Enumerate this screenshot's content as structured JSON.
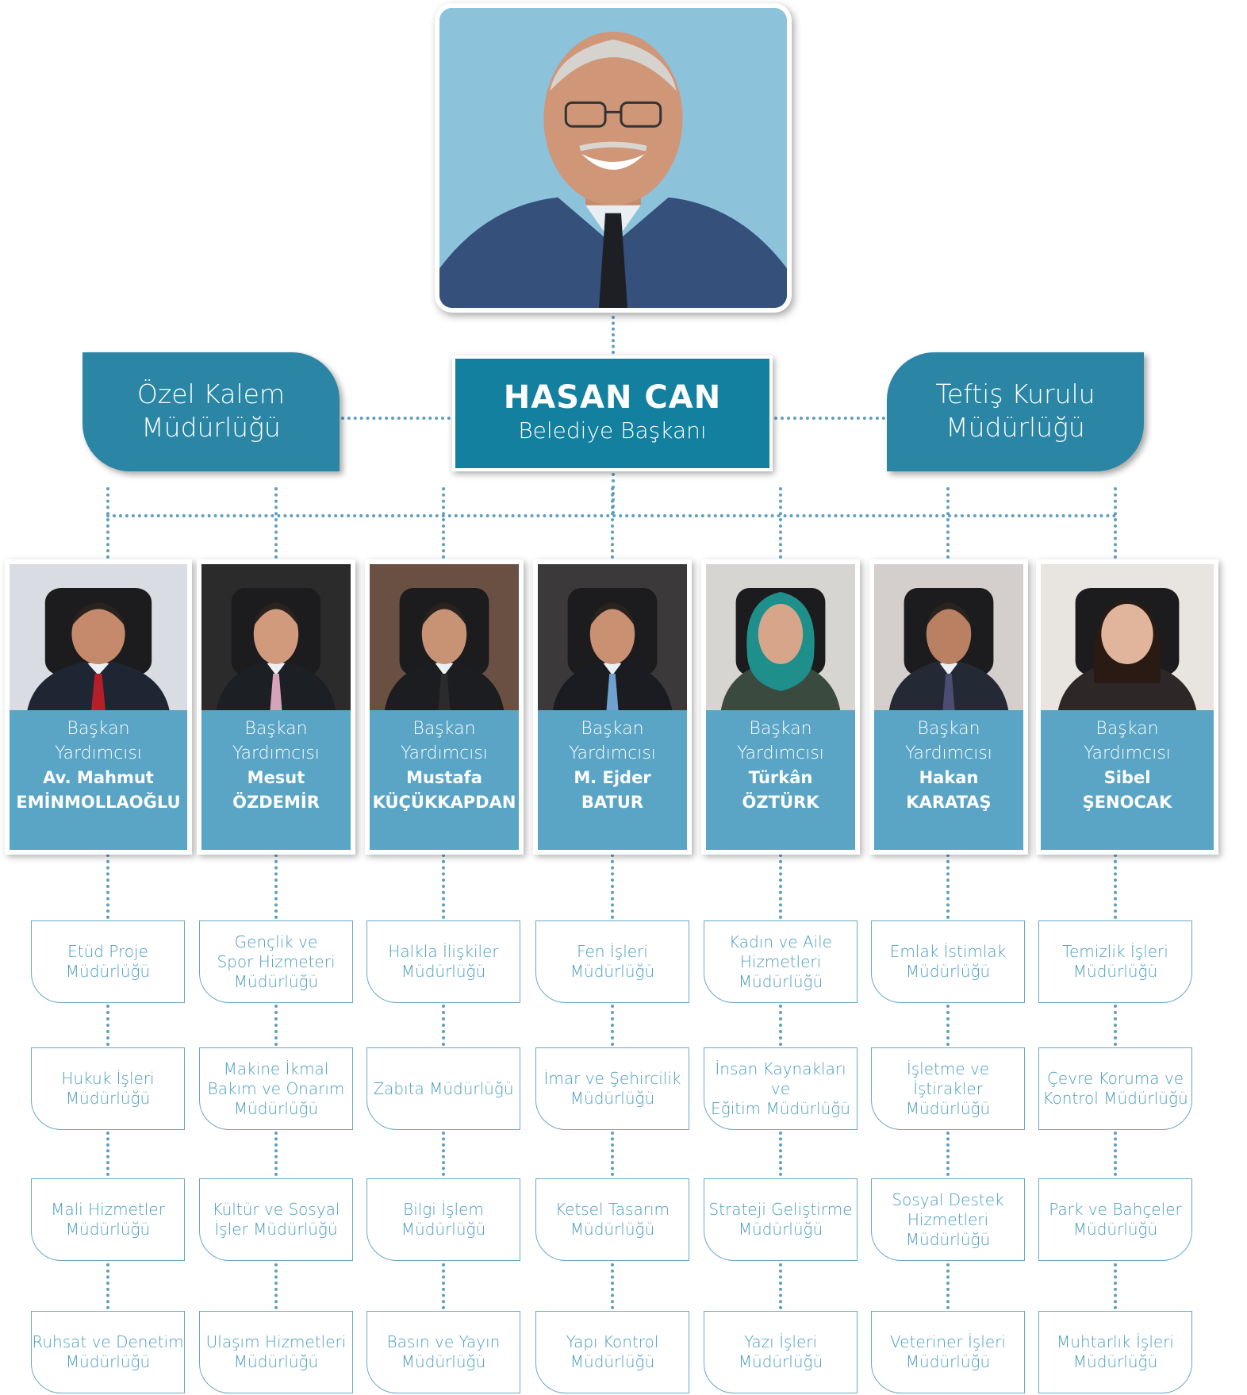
{
  "mayor": {
    "name": "HASAN CAN",
    "role": "Belediye Başkanı"
  },
  "side_units": {
    "left": [
      "Özel Kalem",
      "Müdürlüğü"
    ],
    "right": [
      "Teftiş Kurulu",
      "Müdürlüğü"
    ]
  },
  "deputies": [
    {
      "l1": "Başkan",
      "l2": "Yardımcısı",
      "n1": "Av. Mahmut",
      "n2": "EMİNMOLLAOĞLU"
    },
    {
      "l1": "Başkan",
      "l2": "Yardımcısı",
      "n1": "Mesut",
      "n2": "ÖZDEMİR"
    },
    {
      "l1": "Başkan",
      "l2": "Yardımcısı",
      "n1": "Mustafa",
      "n2": "KÜÇÜKKAPDAN"
    },
    {
      "l1": "Başkan",
      "l2": "Yardımcısı",
      "n1": "M. Ejder",
      "n2": "BATUR"
    },
    {
      "l1": "Başkan",
      "l2": "Yardımcısı",
      "n1": "Türkân",
      "n2": "ÖZTÜRK"
    },
    {
      "l1": "Başkan",
      "l2": "Yardımcısı",
      "n1": "Hakan",
      "n2": "KARATAŞ"
    },
    {
      "l1": "Başkan",
      "l2": "Yardımcısı",
      "n1": "Sibel",
      "n2": "ŞENOCAK"
    }
  ],
  "units": [
    [
      [
        "Etüd Proje",
        "Müdürlüğü"
      ],
      [
        "Hukuk İşleri",
        "Müdürlüğü"
      ],
      [
        "Mali Hizmetler",
        "Müdürlüğü"
      ],
      [
        "Ruhsat ve Denetim",
        "Müdürlüğü"
      ]
    ],
    [
      [
        "Gençlik ve",
        "Spor Hizmeteri",
        "Müdürlüğü"
      ],
      [
        "Makine İkmal",
        "Bakım ve Onarım",
        "Müdürlüğü"
      ],
      [
        "Kültür ve Sosyal",
        "İşler Müdürlüğü"
      ],
      [
        "Ulaşım Hizmetleri",
        "Müdürlüğü"
      ]
    ],
    [
      [
        "Halkla İlişkiler",
        "Müdürlüğü"
      ],
      [
        "Zabıta Müdürlüğü"
      ],
      [
        "Bilgi İşlem",
        "Müdürlüğü"
      ],
      [
        "Basın ve Yayın",
        "Müdürlüğü"
      ]
    ],
    [
      [
        "Fen İşleri",
        "Müdürlüğü"
      ],
      [
        "İmar ve Şehircilik",
        "Müdürlüğü"
      ],
      [
        "Ketsel Tasarım",
        "Müdürlüğü"
      ],
      [
        "Yapı Kontrol",
        "Müdürlüğü"
      ]
    ],
    [
      [
        "Kadın ve Aile",
        "Hizmetleri",
        "Müdürlüğü"
      ],
      [
        "İnsan Kaynakları ve",
        "Eğitim Müdürlüğü"
      ],
      [
        "Strateji Geliştirme",
        "Müdürlüğü"
      ],
      [
        "Yazı İşleri",
        "Müdürlüğü"
      ]
    ],
    [
      [
        "Emlak İstimlak",
        "Müdürlüğü"
      ],
      [
        "İşletme ve",
        "İştirakler",
        "Müdürlüğü"
      ],
      [
        "Sosyal Destek",
        "Hizmetleri",
        "Müdürlüğü"
      ],
      [
        "Veteriner İşleri",
        "Müdürlüğü"
      ]
    ],
    [
      [
        "Temizlik İşleri",
        "Müdürlüğü"
      ],
      [
        "Çevre Koruma ve",
        "Kontrol Müdürlüğü"
      ],
      [
        "Park ve Bahçeler",
        "Müdürlüğü"
      ],
      [
        "Muhtarlık İşleri",
        "Müdürlüğü"
      ]
    ]
  ]
}
